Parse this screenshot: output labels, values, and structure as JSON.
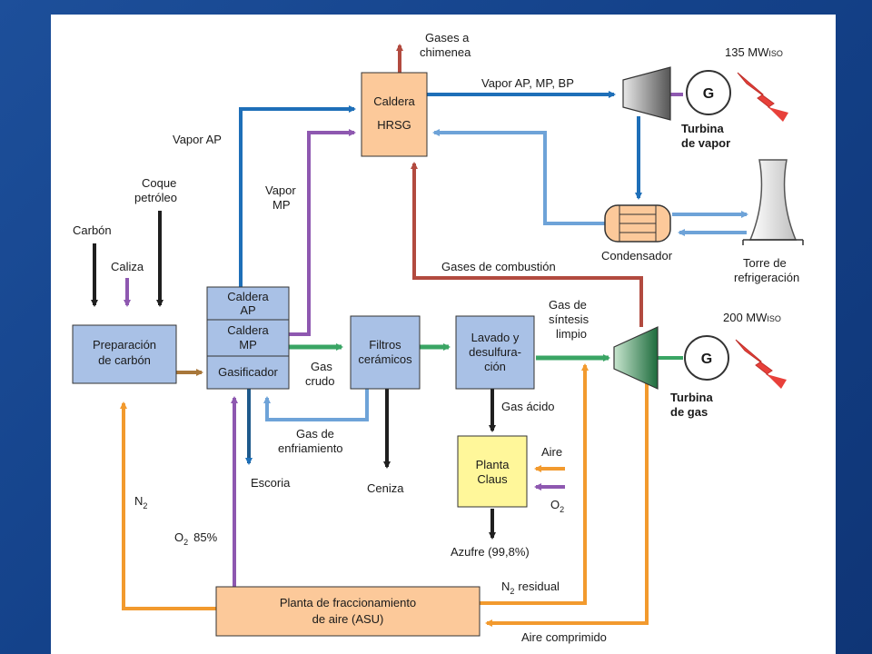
{
  "boxes": {
    "caldera_hrsg": [
      "Caldera",
      "HRSG"
    ],
    "preparacion": [
      "Preparación",
      "de carbón"
    ],
    "caldera_ap": [
      "Caldera",
      "AP"
    ],
    "caldera_mp": [
      "Caldera",
      "MP"
    ],
    "gasificador": "Gasificador",
    "filtros": [
      "Filtros",
      "cerámicos"
    ],
    "lavado": [
      "Lavado y",
      "desulfura-",
      "ción"
    ],
    "planta_claus": [
      "Planta",
      "Claus"
    ],
    "asu": [
      "Planta de fraccionamiento",
      "de aire (ASU)"
    ],
    "condensador": "Condensador"
  },
  "labels": {
    "gases_chimenea": [
      "Gases a",
      "chimenea"
    ],
    "vapor_ap_mp_bp": "Vapor AP, MP, BP",
    "vapor_ap": "Vapor AP",
    "vapor_mp": [
      "Vapor",
      "MP"
    ],
    "coque": [
      "Coque",
      "petróleo"
    ],
    "carbon": "Carbón",
    "caliza": "Caliza",
    "gases_combustion": "Gases de combustión",
    "gas_crudo": [
      "Gas",
      "crudo"
    ],
    "gas_enfriamiento": [
      "Gas de",
      "enfriamiento"
    ],
    "escoria": "Escoria",
    "ceniza": "Ceniza",
    "gas_sintesis": [
      "Gas de",
      "síntesis",
      "limpio"
    ],
    "gas_acido": "Gas ácido",
    "aire": "Aire",
    "o2": "O",
    "o2_sub": "2",
    "azufre": "Azufre (99,8%)",
    "n2": "N",
    "n2_sub": "2",
    "o2_85": "O",
    "o2_85_sub": "2",
    "o2_85_val": "85%",
    "n2_residual": "N",
    "n2_residual_sub": "2",
    "n2_residual_text": "residual",
    "aire_comprimido": "Aire comprimido",
    "turbina_vapor": [
      "Turbina",
      "de vapor"
    ],
    "turbina_gas": [
      "Turbina",
      "de gas"
    ],
    "torre": [
      "Torre de",
      "refrigeración"
    ],
    "mw_vapor": "135 MW",
    "mw_vapor_sub": "ISO",
    "mw_gas": "200 MW",
    "mw_gas_sub": "ISO",
    "generator": "G"
  },
  "colors": {
    "box_orange": "#fcc99a",
    "box_blue": "#a9c1e6",
    "box_yellow": "#fff79a",
    "blue_dark": "#1e6fb8",
    "blue_light": "#6ea3d8",
    "purple": "#8e58b0",
    "brown_red": "#b24a3f",
    "green": "#3aa564",
    "orange": "#f29a2e",
    "black": "#1f1f1f",
    "brown": "#a8773a",
    "red": "#e8403a"
  }
}
